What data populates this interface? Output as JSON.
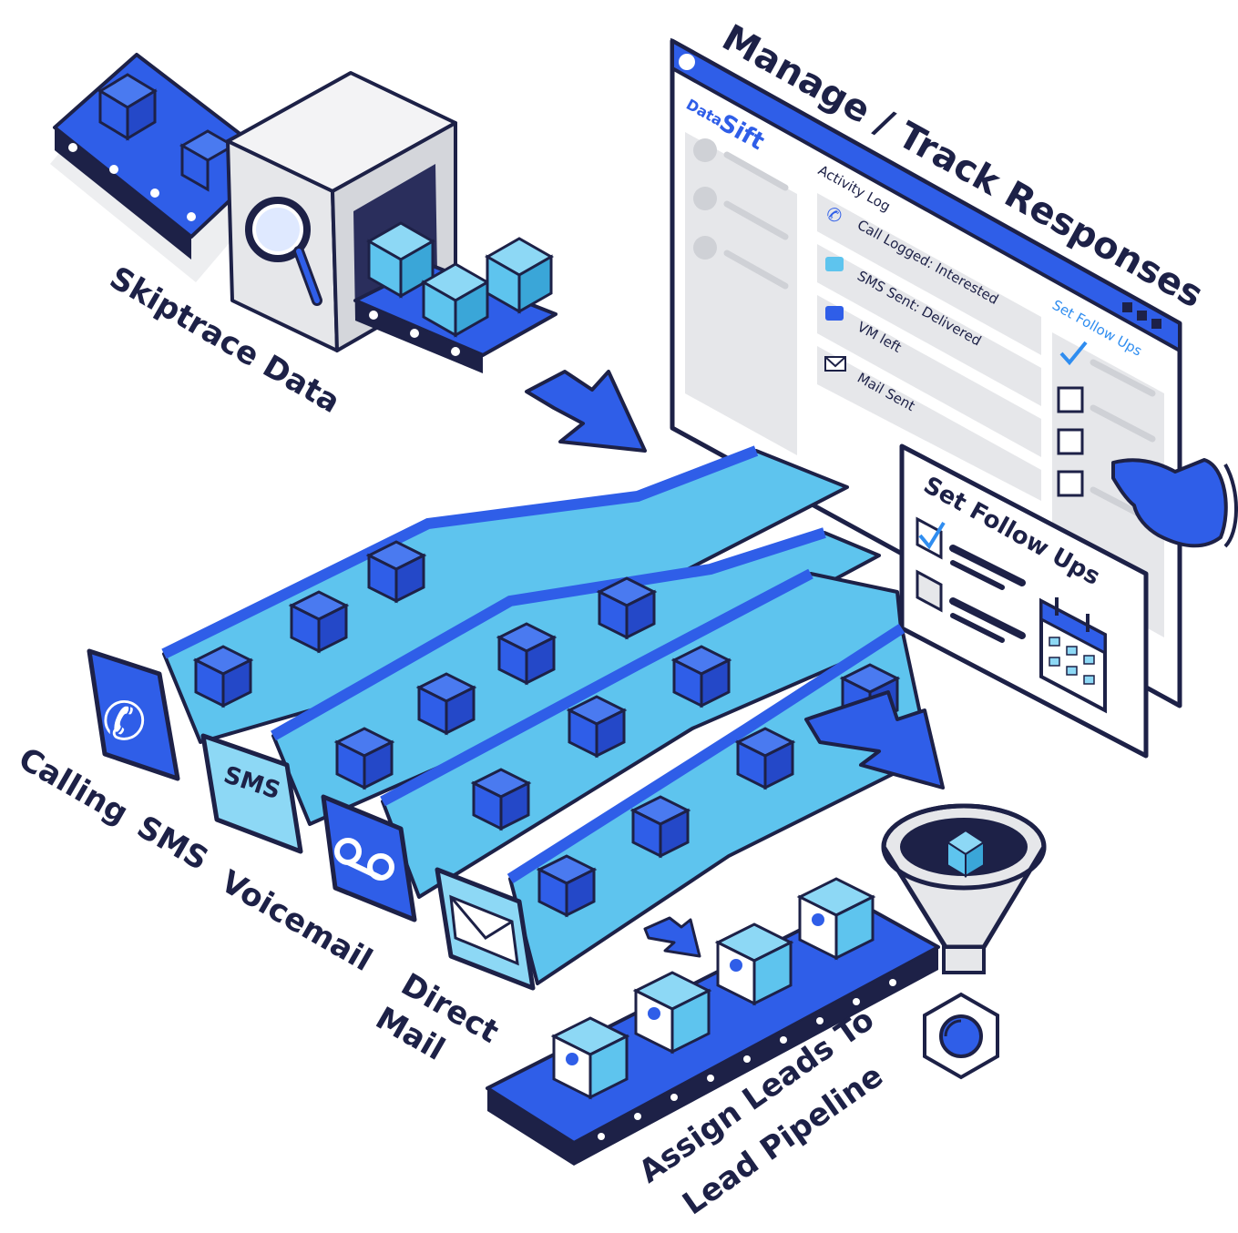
{
  "labels": {
    "skiptrace": "Skiptrace Data",
    "manage": "Manage / Track Responses",
    "calling": "Calling",
    "sms": "SMS",
    "voicemail": "Voicemail",
    "direct": "Direct",
    "mail": "Mail",
    "assign_line1": "Assign Leads To",
    "assign_line2": "Lead Pipeline"
  },
  "window": {
    "brand_prefix": "Data",
    "brand_suffix": "Sift",
    "activity_title": "Activity Log",
    "activity_items": [
      {
        "icon": "phone-icon",
        "text": "Call Logged: Interested"
      },
      {
        "icon": "sms-icon",
        "text": "SMS Sent: Delivered"
      },
      {
        "icon": "voicemail-icon",
        "text": "VM left"
      },
      {
        "icon": "envelope-icon",
        "text": "Mail Sent"
      }
    ],
    "followups_title": "Set Follow Ups"
  },
  "card": {
    "title": "Set Follow Ups"
  },
  "badges": {
    "sms_badge": "SMS"
  },
  "colors": {
    "brand_blue": "#2f5ee8",
    "light_blue": "#5ec4ee",
    "navy": "#1d2147",
    "accent": "#2f8df0",
    "panel_gray": "#e6e7ea"
  }
}
